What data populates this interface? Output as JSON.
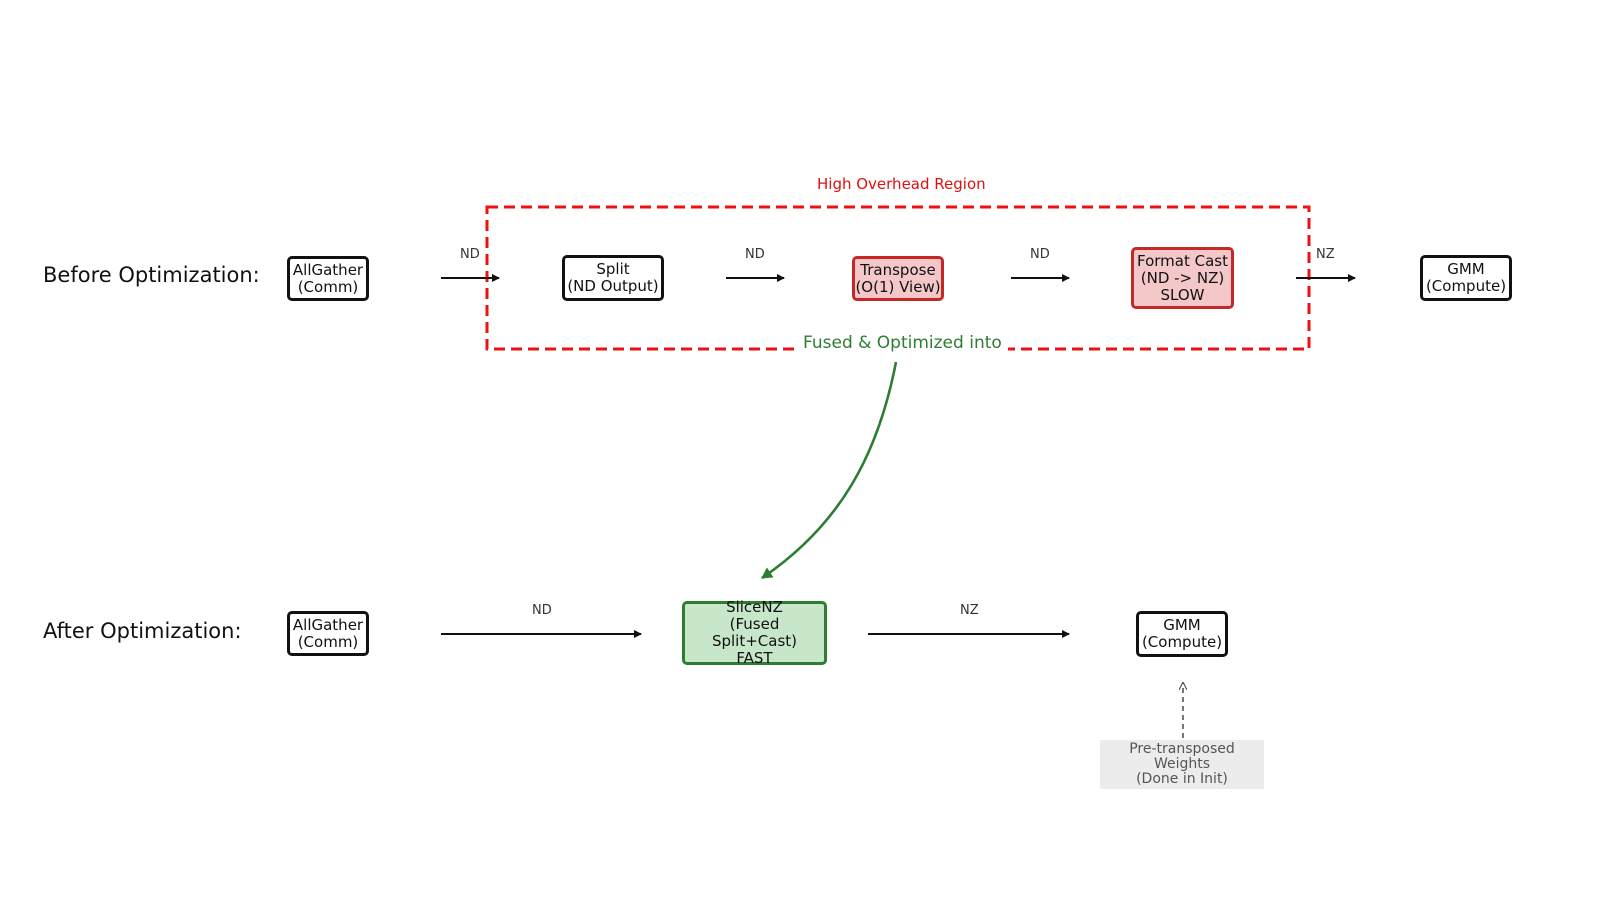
{
  "before_row": {
    "label": "Before Optimization:",
    "region_title": "High Overhead Region",
    "fuse_label": "Fused & Optimized into",
    "nodes": [
      {
        "id": "allgather",
        "lines": [
          "AllGather",
          "(Comm)"
        ],
        "style": "normal"
      },
      {
        "id": "split",
        "lines": [
          "Split",
          "(ND Output)"
        ],
        "style": "normal"
      },
      {
        "id": "transpose",
        "lines": [
          "Transpose",
          "(O(1) View)"
        ],
        "style": "slow"
      },
      {
        "id": "format-cast",
        "lines": [
          "Format Cast",
          "(ND -> NZ)",
          "SLOW"
        ],
        "style": "slow"
      },
      {
        "id": "gmm",
        "lines": [
          "GMM",
          "(Compute)"
        ],
        "style": "normal"
      }
    ],
    "edge_labels": [
      "ND",
      "ND",
      "ND",
      "NZ"
    ]
  },
  "after_row": {
    "label": "After Optimization:",
    "nodes": [
      {
        "id": "allgather",
        "lines": [
          "AllGather",
          "(Comm)"
        ],
        "style": "normal"
      },
      {
        "id": "slicenz",
        "lines": [
          "SliceNZ",
          "(Fused Split+Cast)",
          "FAST"
        ],
        "style": "fast"
      },
      {
        "id": "gmm",
        "lines": [
          "GMM",
          "(Compute)"
        ],
        "style": "normal"
      }
    ],
    "edge_labels": [
      "ND",
      "NZ"
    ],
    "note": [
      "Pre-transposed Weights",
      "(Done in Init)"
    ]
  },
  "colors": {
    "slow_fill": "#f4c7c8",
    "slow_border": "#c62828",
    "fast_fill": "#c8e6c9",
    "fast_border": "#2e7d32",
    "region_dash": "#ee1111",
    "fuse_arrow": "#2e7d32"
  }
}
